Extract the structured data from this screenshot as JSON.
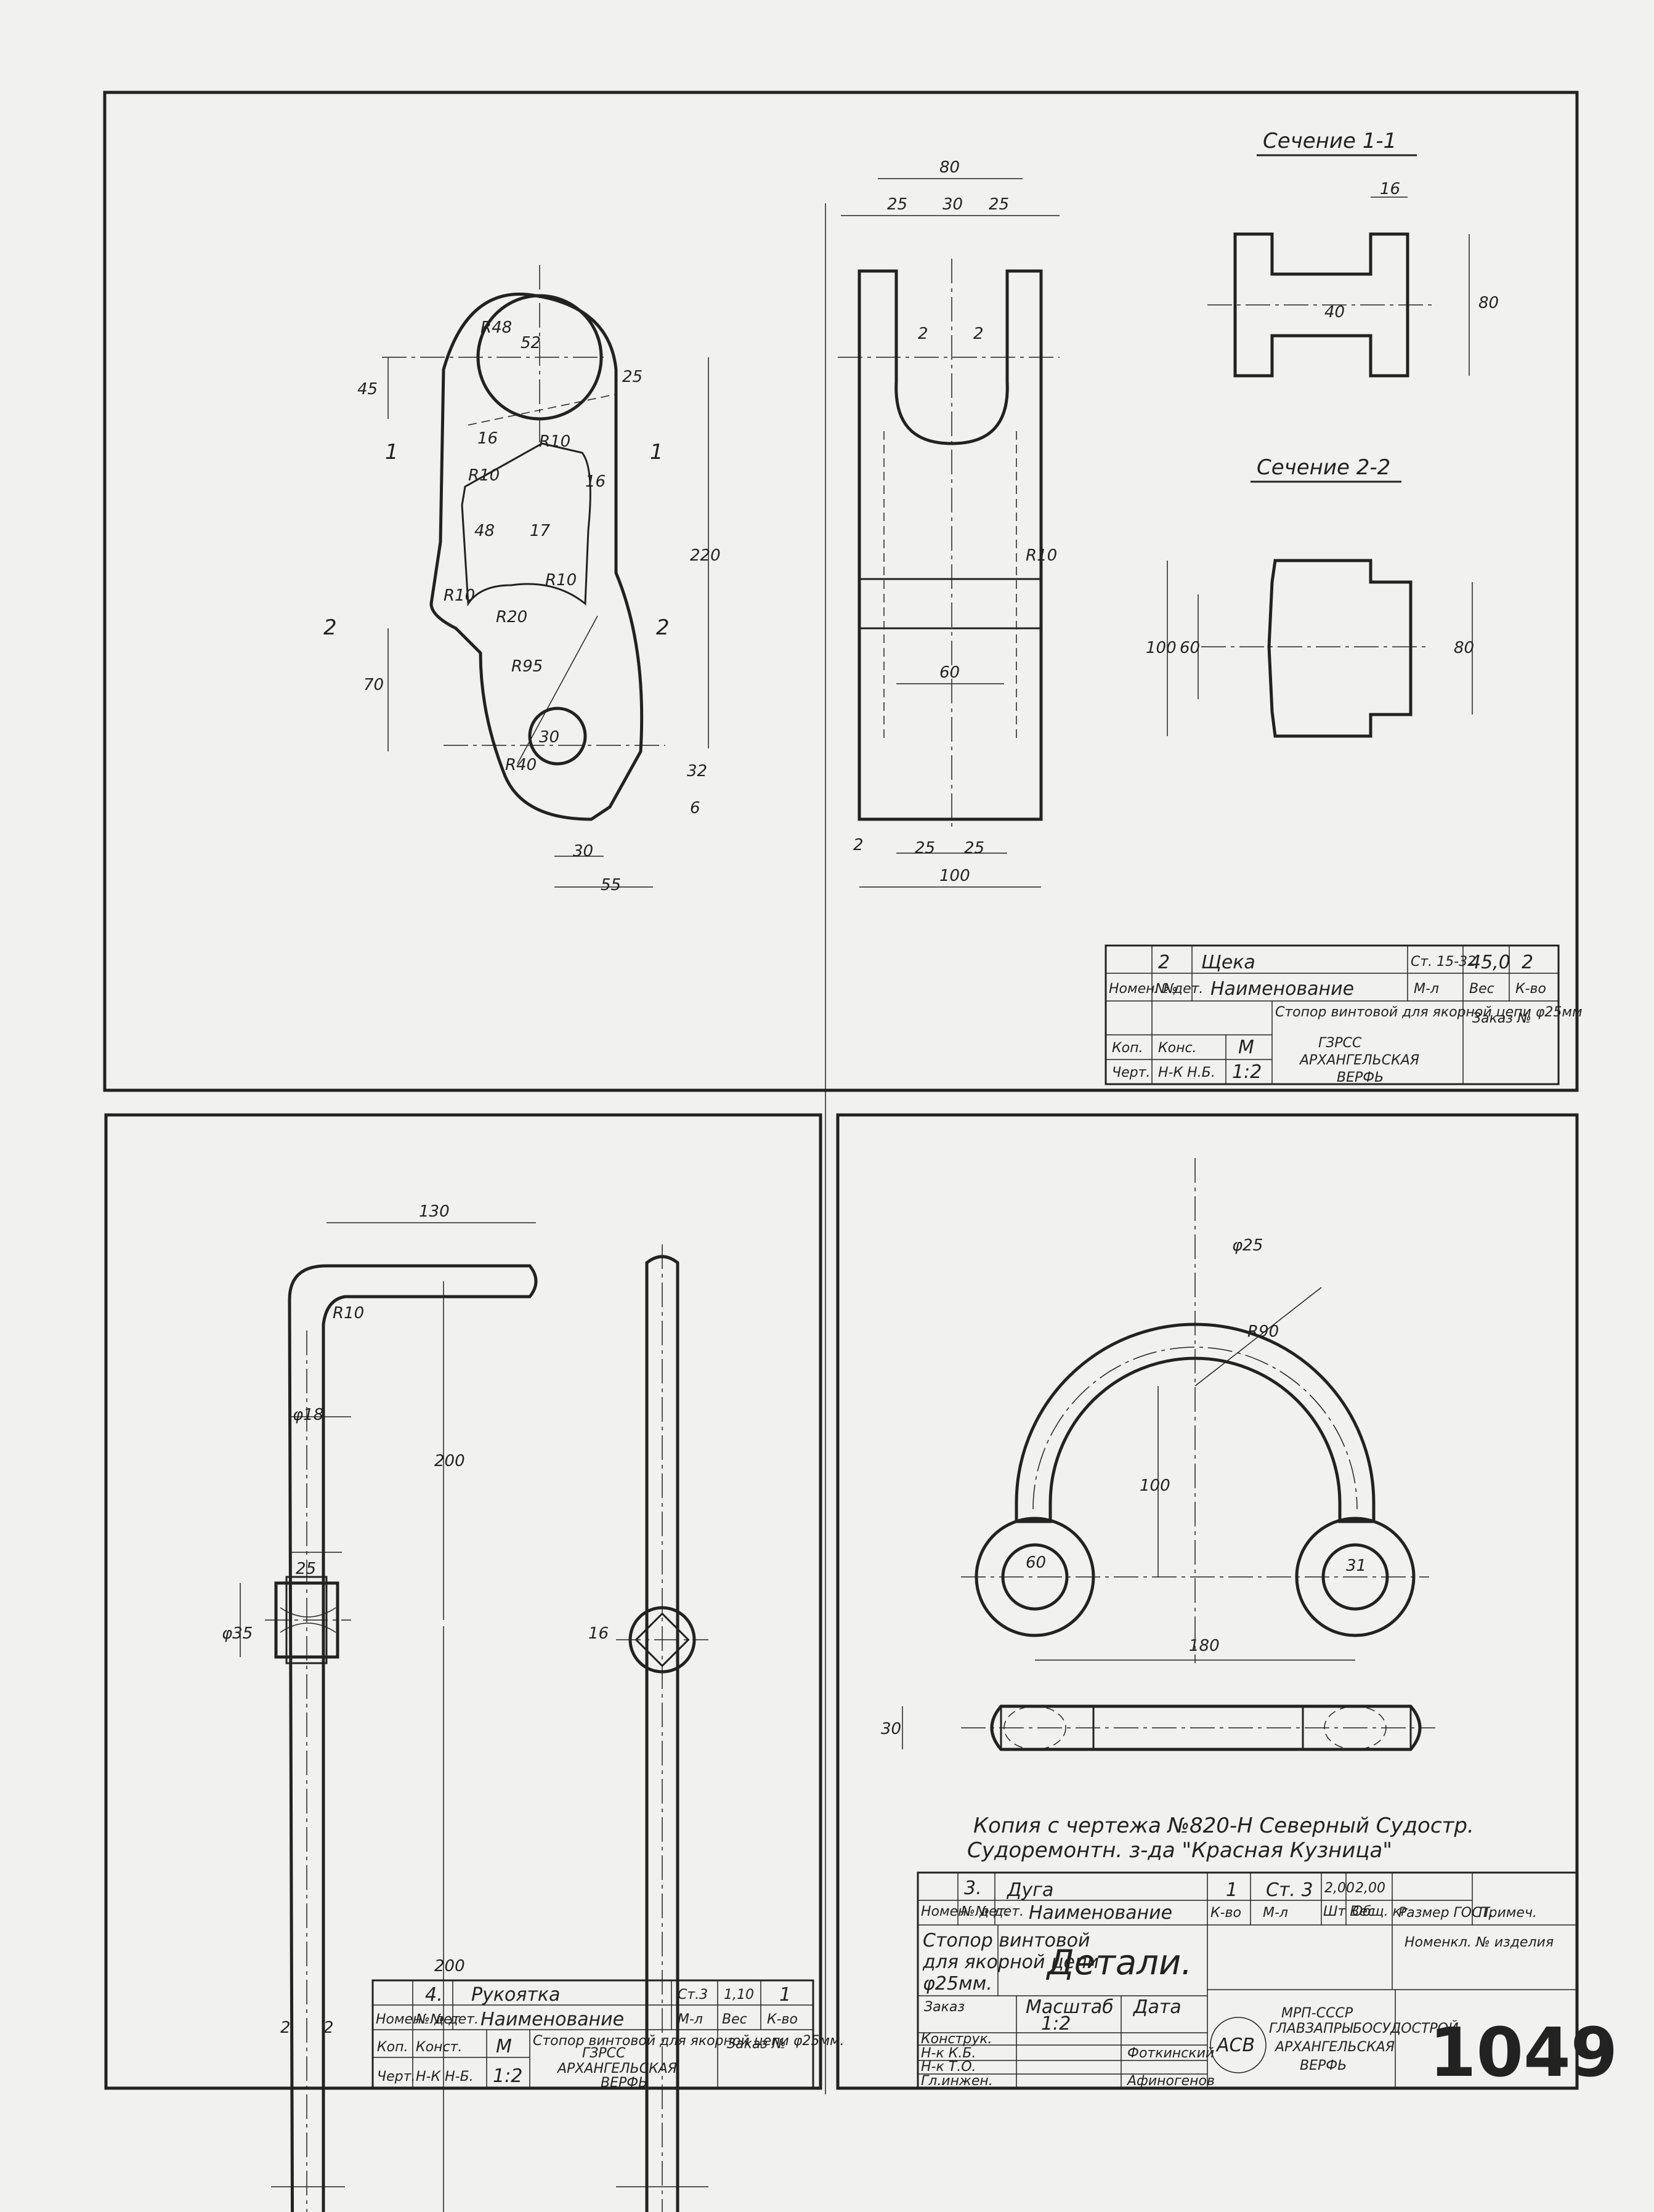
{
  "drawing": {
    "number": "1049",
    "copy_note_line1": "Копия с чертежа №820-Н Северный Судостр.",
    "copy_note_line2": "Судоремонтн. з-да \"Красная Кузница\""
  },
  "sections": {
    "s11_title": "Сечение 1-1",
    "s22_title": "Сечение 2-2",
    "s11_dims": [
      "16",
      "40",
      "80"
    ],
    "s22_dims": [
      "100",
      "60",
      "80"
    ]
  },
  "cheek": {
    "dims": [
      "45",
      "25",
      "220",
      "16",
      "16",
      "48",
      "17",
      "70",
      "30",
      "55",
      "32",
      "6",
      "R48",
      "52",
      "R10",
      "R10",
      "R20",
      "R95",
      "R40",
      "30",
      "R10",
      "R10",
      "80",
      "25",
      "30",
      "25",
      "60",
      "25",
      "25",
      "100",
      "R10",
      "2",
      "2",
      "2",
      "1",
      "1",
      "2",
      "2"
    ],
    "section_marks": [
      "1",
      "1",
      "2",
      "2"
    ]
  },
  "handle": {
    "dims": [
      "130",
      "R10",
      "φ18",
      "200",
      "25",
      "φ35",
      "200",
      "16",
      "2",
      "2"
    ]
  },
  "shackle": {
    "dims": [
      "φ25",
      "R90",
      "100",
      "60",
      "31",
      "180",
      "30"
    ]
  },
  "tb_cheek": {
    "num": "2",
    "name": "Щека",
    "material": "Ст. 15-32",
    "weight": "45,0",
    "qty": "2",
    "h_pos": "Номен. №",
    "h_det": "№ дет.",
    "h_name": "Наименование",
    "h_mat": "М-л",
    "h_weight": "Вес",
    "h_qty": "К-во",
    "product": "Стопор винтовой для якорной цепи φ25мм",
    "order": "Заказ №",
    "kop": "Коп.",
    "cherp": "Черт.",
    "kons": "Конс.",
    "nk": "Н-К Н.Б.",
    "scale_m": "М",
    "scale": "1:2",
    "org1": "ГЗРСС",
    "org2": "АРХАНГЕЛЬСКАЯ",
    "org3": "ВЕРФЬ"
  },
  "tb_handle": {
    "num": "4.",
    "name": "Рукоятка",
    "material": "Ст.3",
    "weight": "1,10",
    "qty": "1",
    "h_pos": "Номен. № дет.",
    "h_det": "№ дет",
    "h_name": "Наименование",
    "h_mat": "М-л",
    "h_weight": "Вес",
    "h_qty": "К-во",
    "product": "Стопор винтовой для якорной цепи φ25мм.",
    "order": "Заказ №",
    "kop": "Коп.",
    "cherp": "Черт.",
    "kons": "Конст.",
    "nk": "Н-К Н-Б.",
    "scale_m": "М",
    "scale": "1:2",
    "org1": "ГЗРСС",
    "org2": "АРХАНГЕЛЬСКАЯ",
    "org3": "ВЕРФЬ"
  },
  "tb_main": {
    "num": "3.",
    "name": "Дуга",
    "qty": "1",
    "material": "Ст. 3",
    "w1": "2,00",
    "w2": "2,00",
    "h_pos": "Номен. № дет.",
    "h_det": "№ дет.",
    "h_name": "Наименование",
    "h_qty": "К-во",
    "h_mat": "М-л",
    "h_wt1": "Шт Вес",
    "h_wt2": "Общ. кг",
    "h_size": "Размер ГОСТ.",
    "h_note": "Примеч.",
    "product_l1": "Стопор винтовой",
    "product_l2": "для якорной цепи",
    "product_l3": "φ25мм.",
    "title": "Детали.",
    "nomen": "Номенкл. № изделия",
    "order": "Заказ",
    "scale_h": "Масштаб",
    "scale": "1:2",
    "date_h": "Дата",
    "konstr": "Конструк.",
    "nkkb": "Н-к К.Б.",
    "nkto": "Н-к Т.О.",
    "glinzh": "Гл.инжен.",
    "sig1": "Фоткинский",
    "sig2": "Афиногенов",
    "org1": "МРП-СССР",
    "org2": "ГЛАВЗАПРЫБОСУДОСТРОЙ",
    "org3": "АРХАНГЕЛЬСКАЯ",
    "org4": "ВЕРФЬ",
    "logo": "АСВ"
  }
}
